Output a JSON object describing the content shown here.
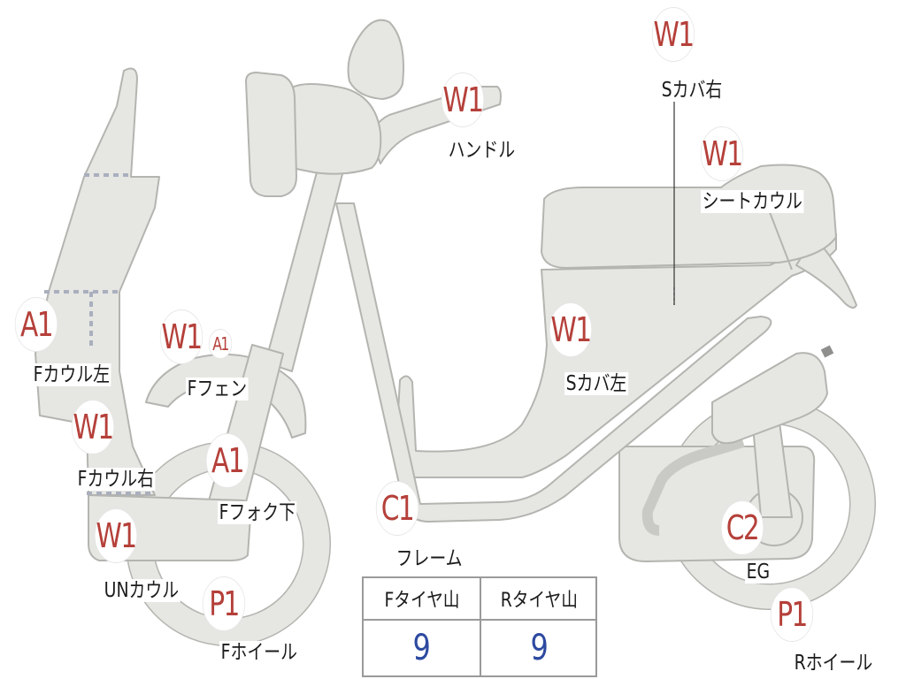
{
  "colors": {
    "part_fill": "#e6e6e3",
    "part_stroke": "#b4b4b0",
    "grade_text": "#b5403a",
    "tire_value": "#2d4aa0"
  },
  "parts": [
    {
      "key": "s_cover_right",
      "grade": "W1",
      "label": "Sカバ右"
    },
    {
      "key": "handle",
      "grade": "W1",
      "label": "ハンドル"
    },
    {
      "key": "seat_cowl",
      "grade": "W1",
      "label": "シートカウル"
    },
    {
      "key": "f_cowl_left",
      "grade": "A1",
      "label": "Fカウル左"
    },
    {
      "key": "f_fender",
      "grade": "W1",
      "grade_secondary": "A1",
      "label": "Fフェン"
    },
    {
      "key": "s_cover_left",
      "grade": "W1",
      "label": "Sカバ左"
    },
    {
      "key": "f_cowl_right",
      "grade": "W1",
      "label": "Fカウル右"
    },
    {
      "key": "f_fork_lower",
      "grade": "A1",
      "label": "Fフォク下"
    },
    {
      "key": "frame",
      "grade": "C1",
      "label": "フレーム"
    },
    {
      "key": "un_cowl",
      "grade": "W1",
      "label": "UNカウル"
    },
    {
      "key": "engine",
      "grade": "C2",
      "label": "EG"
    },
    {
      "key": "f_wheel",
      "grade": "P1",
      "label": "Fホイール"
    },
    {
      "key": "r_wheel",
      "grade": "P1",
      "label": "Rホイール"
    }
  ],
  "tire_tread": {
    "front": {
      "header": "Fタイヤ山",
      "value": "9"
    },
    "rear": {
      "header": "Rタイヤ山",
      "value": "9"
    }
  }
}
